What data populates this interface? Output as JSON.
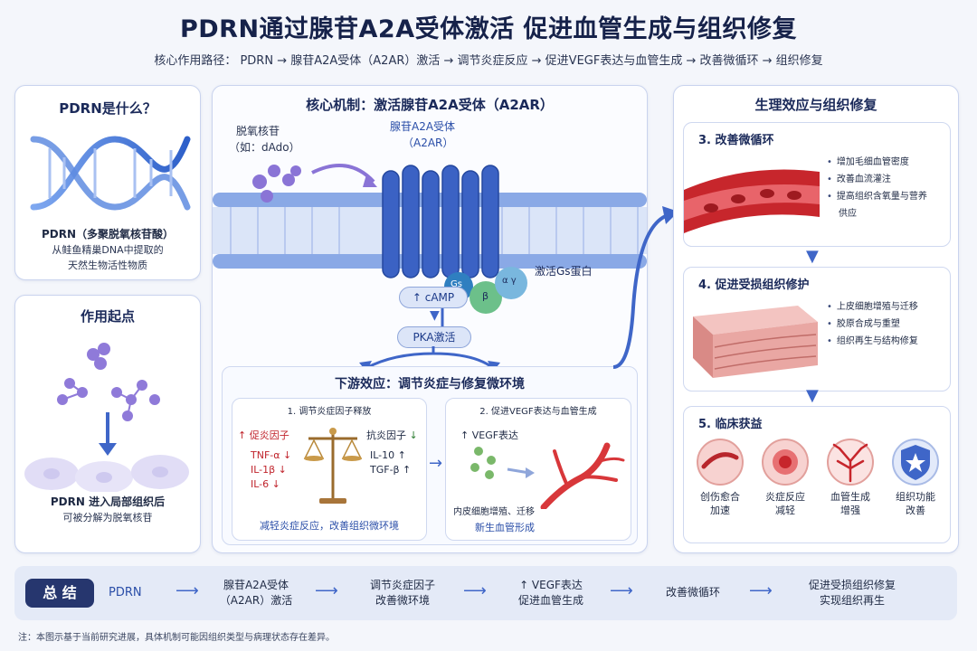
{
  "title": "PDRN通过腺苷A2A受体激活 促进血管生成与组织修复",
  "subtitle": "核心作用路径：  PDRN → 腺苷A2A受体（A2AR）激活 → 调节炎症反应  → 促进VEGF表达与血管生成 → 改善微循环 → 组织修复",
  "left_top": {
    "title": "PDRN是什么？",
    "name": "PDRN（多聚脱氧核苷酸）",
    "desc1": "从鲑鱼精巢DNA中提取的",
    "desc2": "天然生物活性物质"
  },
  "left_bottom": {
    "title": "作用起点",
    "desc1": "PDRN 进入局部组织后",
    "desc2": "可被分解为脱氧核苷"
  },
  "center": {
    "title": "核心机制：激活腺苷A2A受体（A2AR）",
    "ligand1": "脱氧核苷",
    "ligand2": "（如：dAdo）",
    "receptor1": "腺苷A2A受体",
    "receptor2": "（A2AR）",
    "gs": "激活Gs蛋白",
    "g_labels": [
      "Gs",
      "β",
      "α γ"
    ],
    "camp": "↑ cAMP",
    "pka": "PKA激活"
  },
  "downstream": {
    "title": "下游效应：调节炎症与修复微环境",
    "sub1_title": "1. 调节炎症因子释放",
    "pro_label": "促炎因子",
    "pro_items": [
      "TNF-α ↓",
      "IL-1β ↓",
      "IL-6 ↓"
    ],
    "anti_label": "抗炎因子",
    "anti_items": [
      "IL-10 ↑",
      "TGF-β ↑"
    ],
    "sub1_caption": "减轻炎症反应，改善组织微环境",
    "sub2_title": "2. 促进VEGF表达与血管生成",
    "vegf": "↑ VEGF表达",
    "endo": "内皮细胞增殖、迁移",
    "new_vessel": "新生血管形成"
  },
  "right": {
    "title": "生理效应与组织修复",
    "s3_title": "3. 改善微循环",
    "s3_items": [
      "增加毛细血管密度",
      "改善血流灌注",
      "提高组织含氧量与营养",
      "供应"
    ],
    "s4_title": "4. 促进受损组织修护",
    "s4_items": [
      "上皮细胞增殖与迁移",
      "胶原合成与重塑",
      "组织再生与结构修复"
    ],
    "s5_title": "5. 临床获益",
    "benefits": [
      {
        "l1": "创伤愈合",
        "l2": "加速"
      },
      {
        "l1": "炎症反应",
        "l2": "减轻"
      },
      {
        "l1": "血管生成",
        "l2": "增强"
      },
      {
        "l1": "组织功能",
        "l2": "改善"
      }
    ]
  },
  "summary": {
    "label": "总 结",
    "s1": "PDRN",
    "s2a": "腺苷A2A受体",
    "s2b": "（A2AR）激活",
    "s3a": "调节炎症因子",
    "s3b": "改善微环境",
    "s4a": "↑ VEGF表达",
    "s4b": "促进血管生成",
    "s5": "改善微循环",
    "s6a": "促进受损组织修复",
    "s6b": "实现组织再生"
  },
  "footnote": "注：本图示基于当前研究进展，具体机制可能因组织类型与病理状态存在差异。",
  "colors": {
    "accent": "#3f66c8",
    "navy": "#1b2a5a",
    "red": "#c0242c",
    "green": "#2e7d32"
  }
}
